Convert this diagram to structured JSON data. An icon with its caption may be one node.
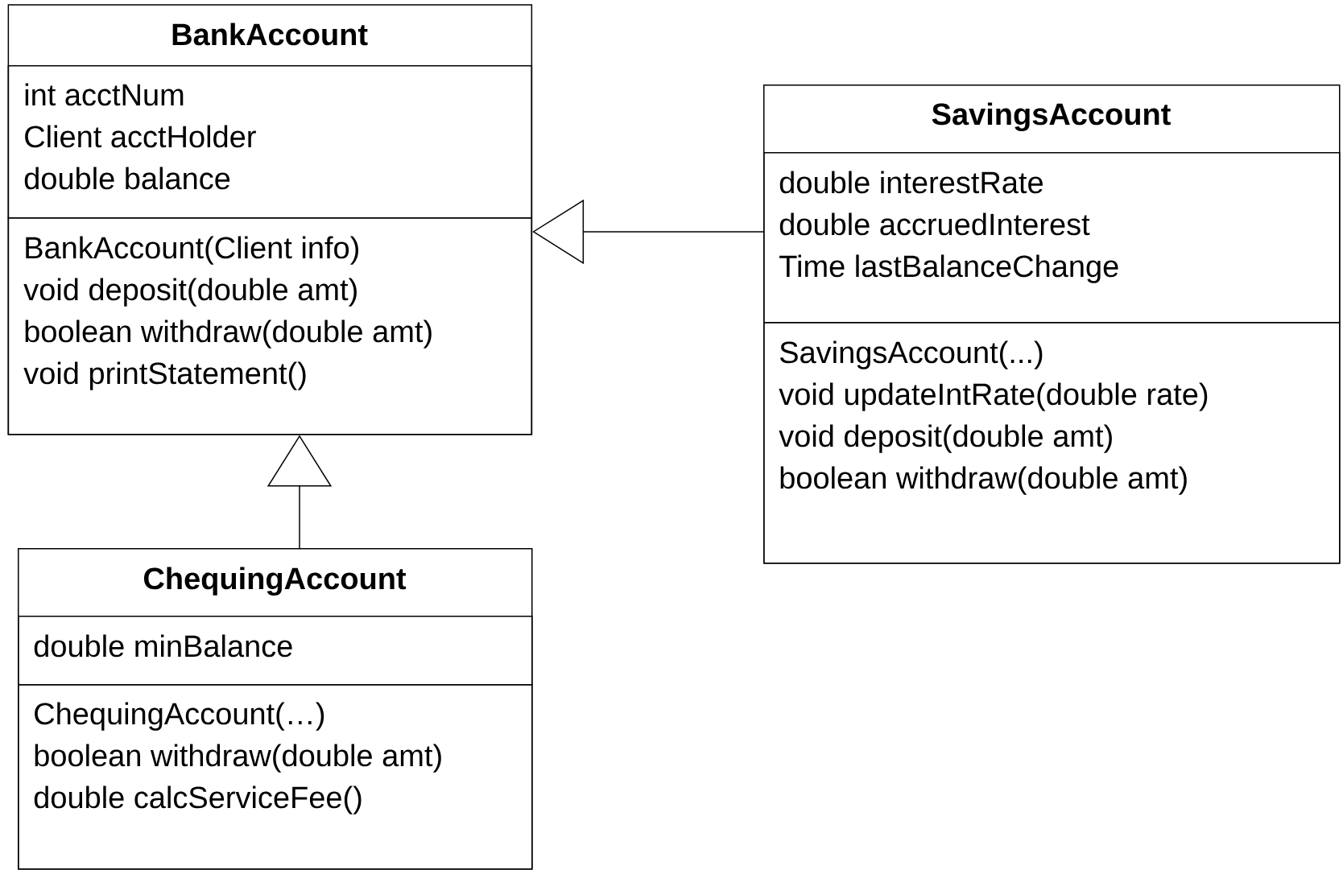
{
  "diagram": {
    "nodes": [
      {
        "text": [
          "BankAccount"
        ]
      },
      {
        "text": [
          "int acctNum",
          "Client acctHolder",
          "double balance"
        ],
        "in": 0
      },
      {
        "text": [
          "BankAccount(Client info)",
          "void deposit(double amt)",
          "boolean withdraw(double amt)",
          "void printStatement()"
        ],
        "in": 0
      },
      {
        "text": [
          "SavingsAccount"
        ]
      },
      {
        "text": [
          "double interestRate",
          "double accruedInterest",
          "Time lastBalanceChange"
        ],
        "in": 3
      },
      {
        "text": [
          "SavingsAccount(...)",
          "void updateIntRate(double rate)",
          "void deposit(double amt)",
          "boolean withdraw(double amt)"
        ],
        "in": 3
      },
      {
        "text": [
          "ChequingAccount"
        ]
      },
      {
        "text": [
          "double minBalance"
        ],
        "in": 6
      },
      {
        "text": [
          "ChequingAccount(…)",
          "boolean withdraw(double amt)",
          "double calcServiceFee()"
        ],
        "in": 6
      }
    ],
    "edges": [
      {
        "from": 3,
        "to": 0,
        "arrow": "to"
      },
      {
        "from": 6,
        "to": 0,
        "arrow": "to"
      }
    ]
  }
}
